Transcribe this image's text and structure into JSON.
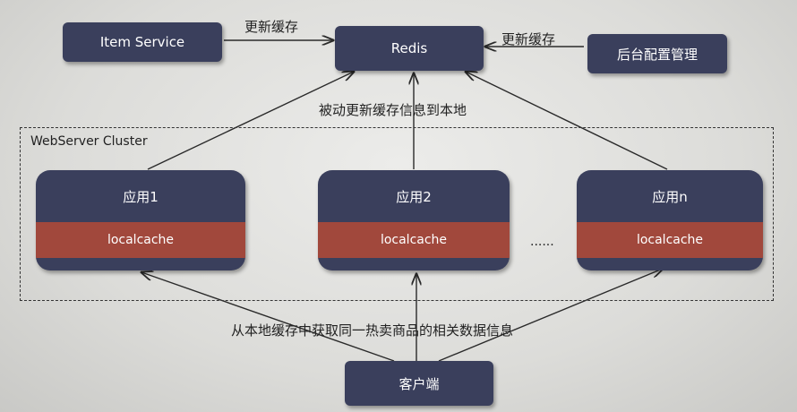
{
  "nodes": {
    "item_service": "Item Service",
    "redis": "Redis",
    "admin": "后台配置管理",
    "client": "客户端"
  },
  "cluster": {
    "label": "WebServer Cluster",
    "apps": [
      {
        "name": "应用1",
        "cache": "localcache"
      },
      {
        "name": "应用2",
        "cache": "localcache"
      },
      {
        "name": "应用n",
        "cache": "localcache"
      }
    ],
    "ellipsis": "......"
  },
  "edges": {
    "update_cache_left": "更新缓存",
    "update_cache_right": "更新缓存",
    "passive_update": "被动更新缓存信息到本地",
    "fetch_local": "从本地缓存中获取同一热卖商品的相关数据信息"
  },
  "colors": {
    "node": "#3a3f5c",
    "cache": "#a1483c",
    "line": "#2a2a2a"
  }
}
